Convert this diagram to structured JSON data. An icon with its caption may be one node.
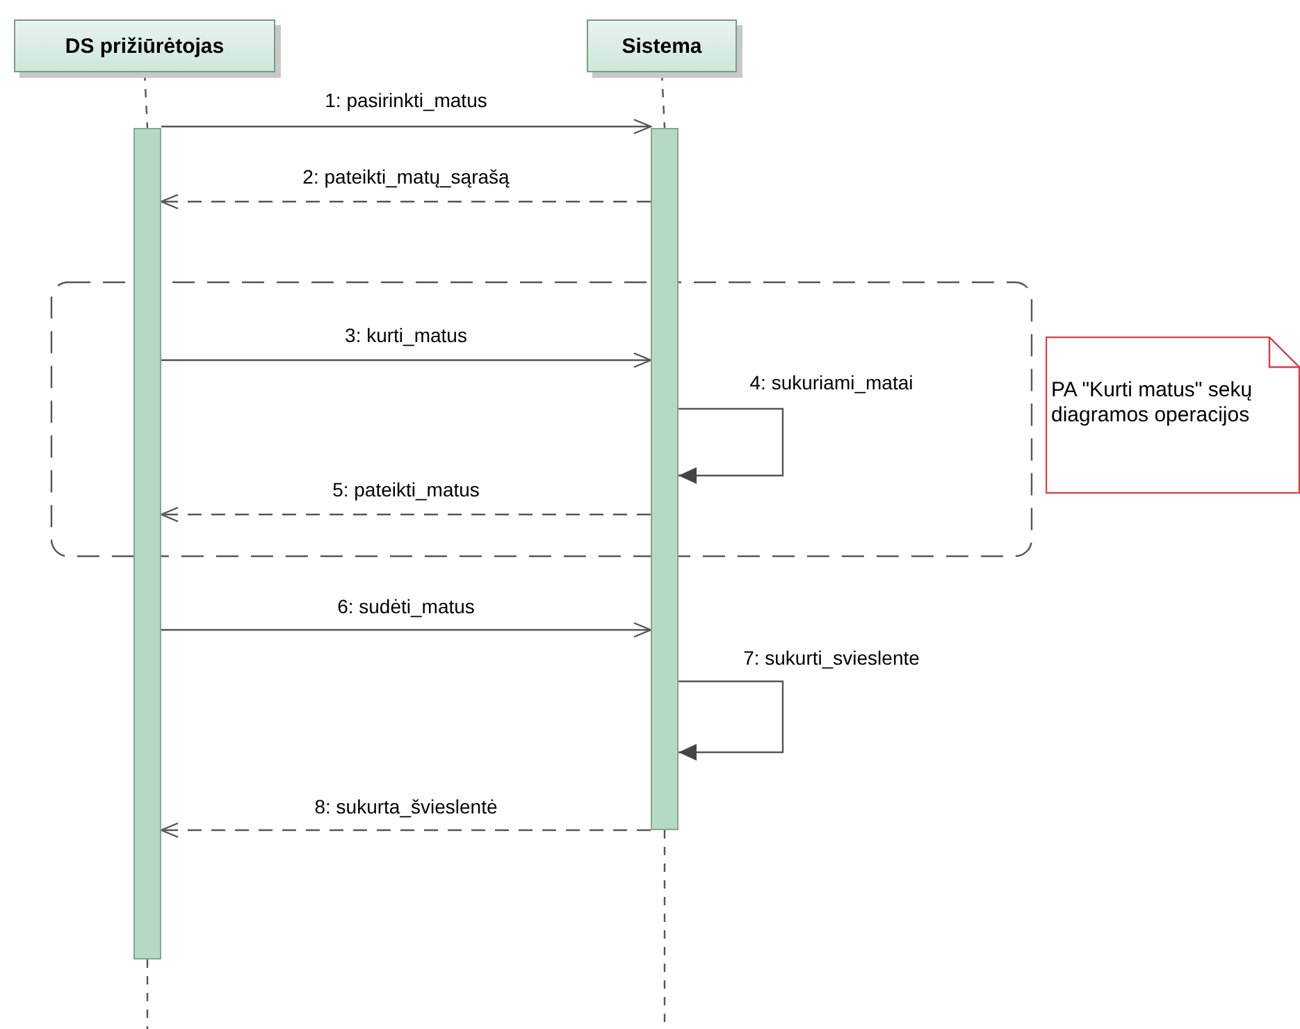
{
  "diagram": {
    "nodes": [
      {
        "text": [
          "DS prižiūrėtojas"
        ]
      },
      {
        "text": [
          "Sistema"
        ]
      },
      {
        "text": [],
        "shape": "bar"
      },
      {
        "text": [],
        "shape": "bar"
      },
      {
        "text": [
          "PA \"Kurti matus\" sekų diagramos operacijos"
        ]
      }
    ],
    "edges": [
      {
        "from": 0,
        "to": 2,
        "arrow": "none",
        "style": "dashed"
      },
      {
        "from": 1,
        "to": 3,
        "arrow": "none",
        "style": "dashed"
      },
      {
        "from": 2,
        "to": 3,
        "arrow": "to",
        "label": "1: pasirinkti_matus"
      },
      {
        "from": 3,
        "to": 2,
        "arrow": "to",
        "label": "2: pateikti_matų_sąrašą",
        "style": "dashed"
      },
      {
        "from": 2,
        "to": 3,
        "arrow": "to",
        "label": "3: kurti_matus"
      },
      {
        "from": 3,
        "to": 3,
        "arrow": "to",
        "label": "4: sukuriami_matai"
      },
      {
        "from": 3,
        "to": 2,
        "arrow": "to",
        "label": "5: pateikti_matus",
        "style": "dashed"
      },
      {
        "from": 2,
        "to": 3,
        "arrow": "to",
        "label": "6: sudėti_matus"
      },
      {
        "from": 3,
        "to": 3,
        "arrow": "to",
        "label": "7: sukurti_svieslente"
      },
      {
        "from": 3,
        "to": 2,
        "arrow": "to",
        "label": "8: sukurta_švieslentė",
        "style": "dashed"
      },
      {
        "from": 2,
        "to": null,
        "arrow": "none",
        "style": "dashed"
      },
      {
        "from": 3,
        "to": null,
        "arrow": "none",
        "style": "dashed"
      }
    ]
  }
}
